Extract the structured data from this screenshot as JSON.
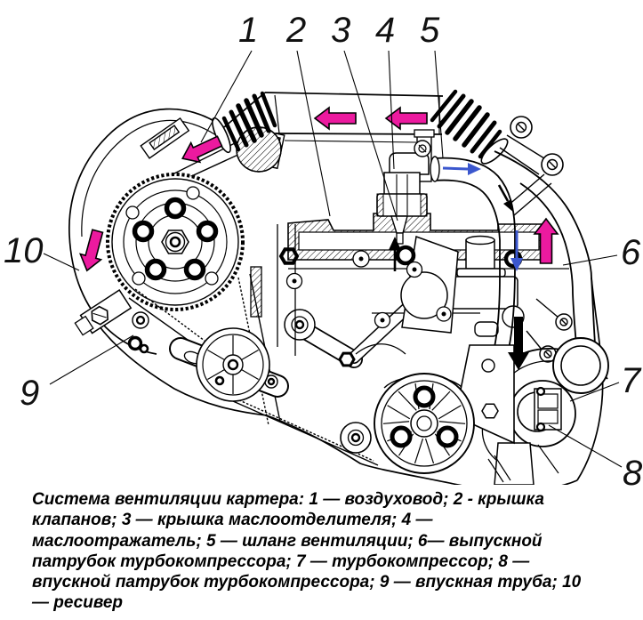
{
  "figure": {
    "title": "Система вентиляции картера",
    "type": "engine-crankcase-ventilation-diagram",
    "callouts": [
      {
        "num": "1",
        "label": "воздуховод"
      },
      {
        "num": "2",
        "label": "крышка клапанов"
      },
      {
        "num": "3",
        "label": "крышка маслоотделителя"
      },
      {
        "num": "4",
        "label": "маслоотражатель"
      },
      {
        "num": "5",
        "label": "шланг вентиляции"
      },
      {
        "num": "6",
        "label": "выпускной патрубок турбокомпрессора"
      },
      {
        "num": "7",
        "label": "турбокомпрессор"
      },
      {
        "num": "8",
        "label": "впускной патрубок турбокомпрессора"
      },
      {
        "num": "9",
        "label": "впускная труба"
      },
      {
        "num": "10",
        "label": "ресивер"
      }
    ],
    "caption_lines": [
      "Система вентиляции картера: 1 — воздуховод; 2 - крышка",
      "клапанов; 3 — крышка маслоотделителя; 4 —",
      "маслоотражатель; 5 — шланг вентиляции; 6— выпускной",
      "патрубок турбокомпрессора; 7 — турбокомпрессор; 8 —",
      "впускной патрубок турбокомпрессора; 9 — впускная труба; 10",
      "— ресивер"
    ],
    "colors": {
      "flow_magenta": "#EC1A9F",
      "flow_blue": "#3B57CE",
      "line": "#000000",
      "background": "#FFFFFF"
    }
  }
}
